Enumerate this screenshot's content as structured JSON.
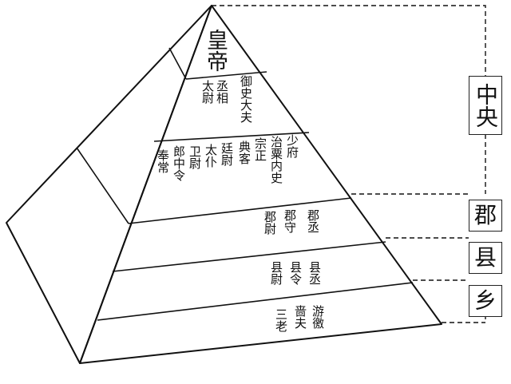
{
  "levels": {
    "emperor": "皇帝",
    "central_top": {
      "col1": "丞相",
      "col1b": "太尉",
      "col2": "御史大夫"
    },
    "nine_ministers": [
      "奉常",
      "郎中令",
      "卫尉",
      "太仆",
      "廷尉",
      "典客",
      "宗正",
      "治粟内史",
      "少府"
    ],
    "commandery": [
      "郡尉",
      "郡守",
      "郡丞"
    ],
    "county": [
      "县尉",
      "县令",
      "县丞"
    ],
    "township": [
      "三老",
      "啬夫",
      "游徼"
    ]
  },
  "side_labels": {
    "central": "中央",
    "commandery": "郡",
    "county": "县",
    "township": "乡"
  }
}
